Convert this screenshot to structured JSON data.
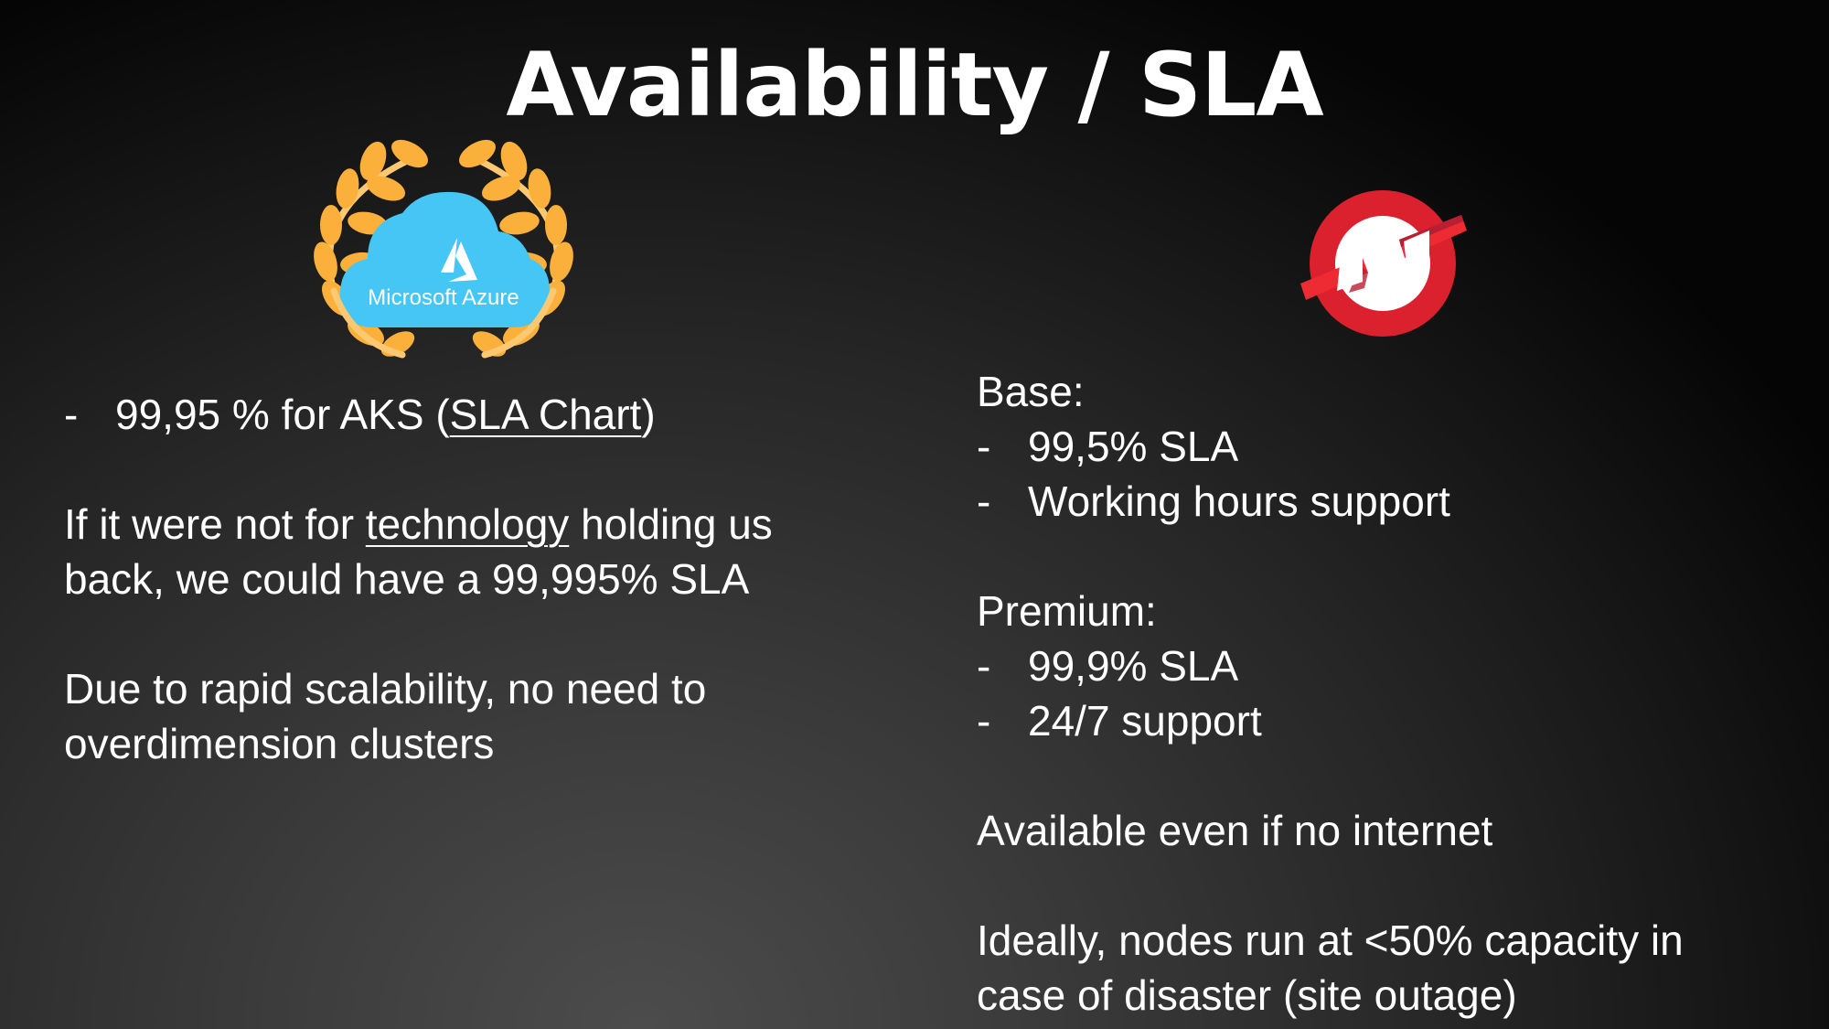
{
  "slide": {
    "title": "Availability / SLA",
    "background": {
      "type": "radial-gradient",
      "light": "#4c4c4c",
      "dark": "#050505"
    }
  },
  "left": {
    "logo": {
      "name": "Microsoft Azure",
      "label": "Microsoft Azure",
      "cloud_color": "#45c6f5",
      "laurel_color": "#fbb03b"
    },
    "bullet": {
      "dash": "-",
      "prefix": "99,95 % for AKS (",
      "link": "SLA Chart",
      "suffix": ")"
    },
    "paragraph1": {
      "before_link": "If it were not for ",
      "link": "technology",
      "after_link": " holding us",
      "line2": "back, we could have a 99,995% SLA"
    },
    "paragraph2": {
      "line1": "Due to rapid scalability, no need to",
      "line2": "overdimension clusters"
    }
  },
  "right": {
    "logo": {
      "name": "OpenShift",
      "ring_color": "#db212e",
      "band_color": "#ee2b33"
    },
    "base": {
      "heading": "Base:",
      "items": [
        {
          "dash": "-",
          "text": "99,5% SLA"
        },
        {
          "dash": "-",
          "text": "Working hours support"
        }
      ]
    },
    "premium": {
      "heading": "Premium:",
      "items": [
        {
          "dash": "-",
          "text": "99,9% SLA"
        },
        {
          "dash": "-",
          "text": "24/7 support"
        }
      ]
    },
    "note1": "Available even if no internet",
    "note2": {
      "line1": "Ideally, nodes run at <50% capacity in",
      "line2": "case of disaster (site outage)"
    }
  }
}
